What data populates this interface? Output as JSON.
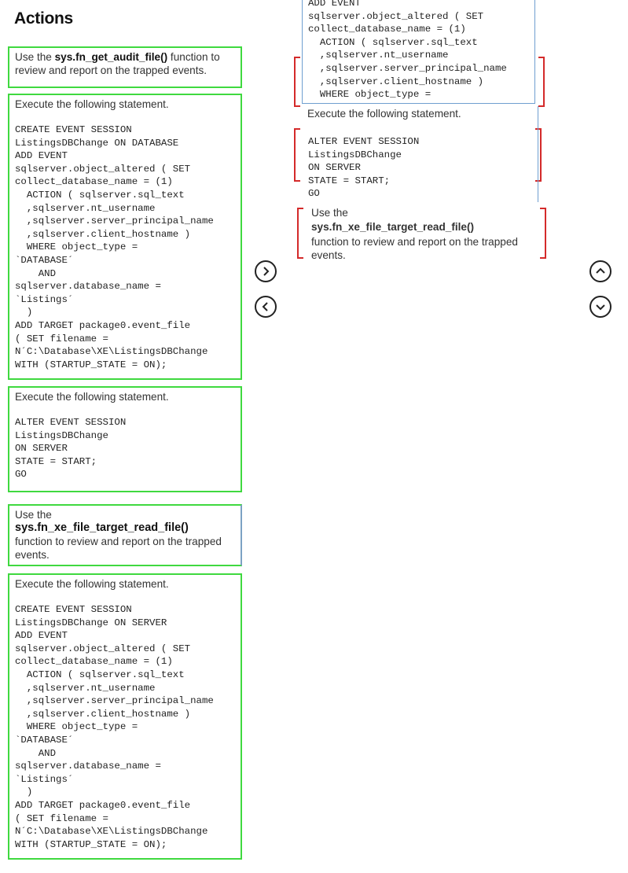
{
  "heading": "Actions",
  "actions": [
    {
      "intro_pre": "Use the ",
      "fn": "sys.fn_get_audit_file()",
      "intro_post": " function to review and report on the trapped events.",
      "code": ""
    },
    {
      "intro": "Execute the following statement.",
      "code": "CREATE EVENT SESSION\nListingsDBChange ON DATABASE\nADD EVENT\nsqlserver.object_altered ( SET\ncollect_database_name = (1)\n  ACTION ( sqlserver.sql_text\n  ,sqlserver.nt_username\n  ,sqlserver.server_principal_name\n  ,sqlserver.client_hostname )\n  WHERE object_type =\n`DATABASE´\n    AND\nsqlserver.database_name =\n`Listings´\n  )\nADD TARGET package0.event_file\n( SET filename =\nN´C:\\Database\\XE\\ListingsDBChange\nWITH (STARTUP_STATE = ON);"
    },
    {
      "intro": "Execute the following statement.",
      "code": "ALTER EVENT SESSION\nListingsDBChange\nON SERVER\nSTATE = START;\nGO"
    },
    {
      "intro_pre": "Use the",
      "fn": "sys.fn_xe_file_target_read_file()",
      "intro_post": "function to review and report on the trapped events."
    },
    {
      "intro": "Execute the following statement.",
      "code": "CREATE EVENT SESSION\nListingsDBChange ON SERVER\nADD EVENT\nsqlserver.object_altered ( SET\ncollect_database_name = (1)\n  ACTION ( sqlserver.sql_text\n  ,sqlserver.nt_username\n  ,sqlserver.server_principal_name\n  ,sqlserver.client_hostname )\n  WHERE object_type =\n`DATABASE´\n    AND\nsqlserver.database_name =\n`Listings´\n  )\nADD TARGET package0.event_file\n( SET filename =\nN´C:\\Database\\XE\\ListingsDBChange\nWITH (STARTUP_STATE = ON);"
    }
  ],
  "answer": {
    "item1_code": "ADD EVENT\nsqlserver.object_altered ( SET\ncollect_database_name = (1)\n  ACTION ( sqlserver.sql_text\n  ,sqlserver.nt_username\n  ,sqlserver.server_principal_name\n  ,sqlserver.client_hostname )\n  WHERE object_type =",
    "item2_intro": "Execute the following statement.",
    "item2_code": "ALTER EVENT SESSION\nListingsDBChange\nON SERVER\nSTATE = START;\nGO",
    "item3_pre": "Use the",
    "item3_fn": "sys.fn_xe_file_target_read_file()",
    "item3_post": "function to review and report on the trapped events."
  },
  "icons": {
    "move_right": "chevron-right-icon",
    "move_left": "chevron-left-icon",
    "move_up": "chevron-up-icon",
    "move_down": "chevron-down-icon"
  },
  "colors": {
    "action_border": "#3fd93f",
    "answer_bracket": "#d42a2a",
    "answer_border": "#6f9fd0"
  }
}
